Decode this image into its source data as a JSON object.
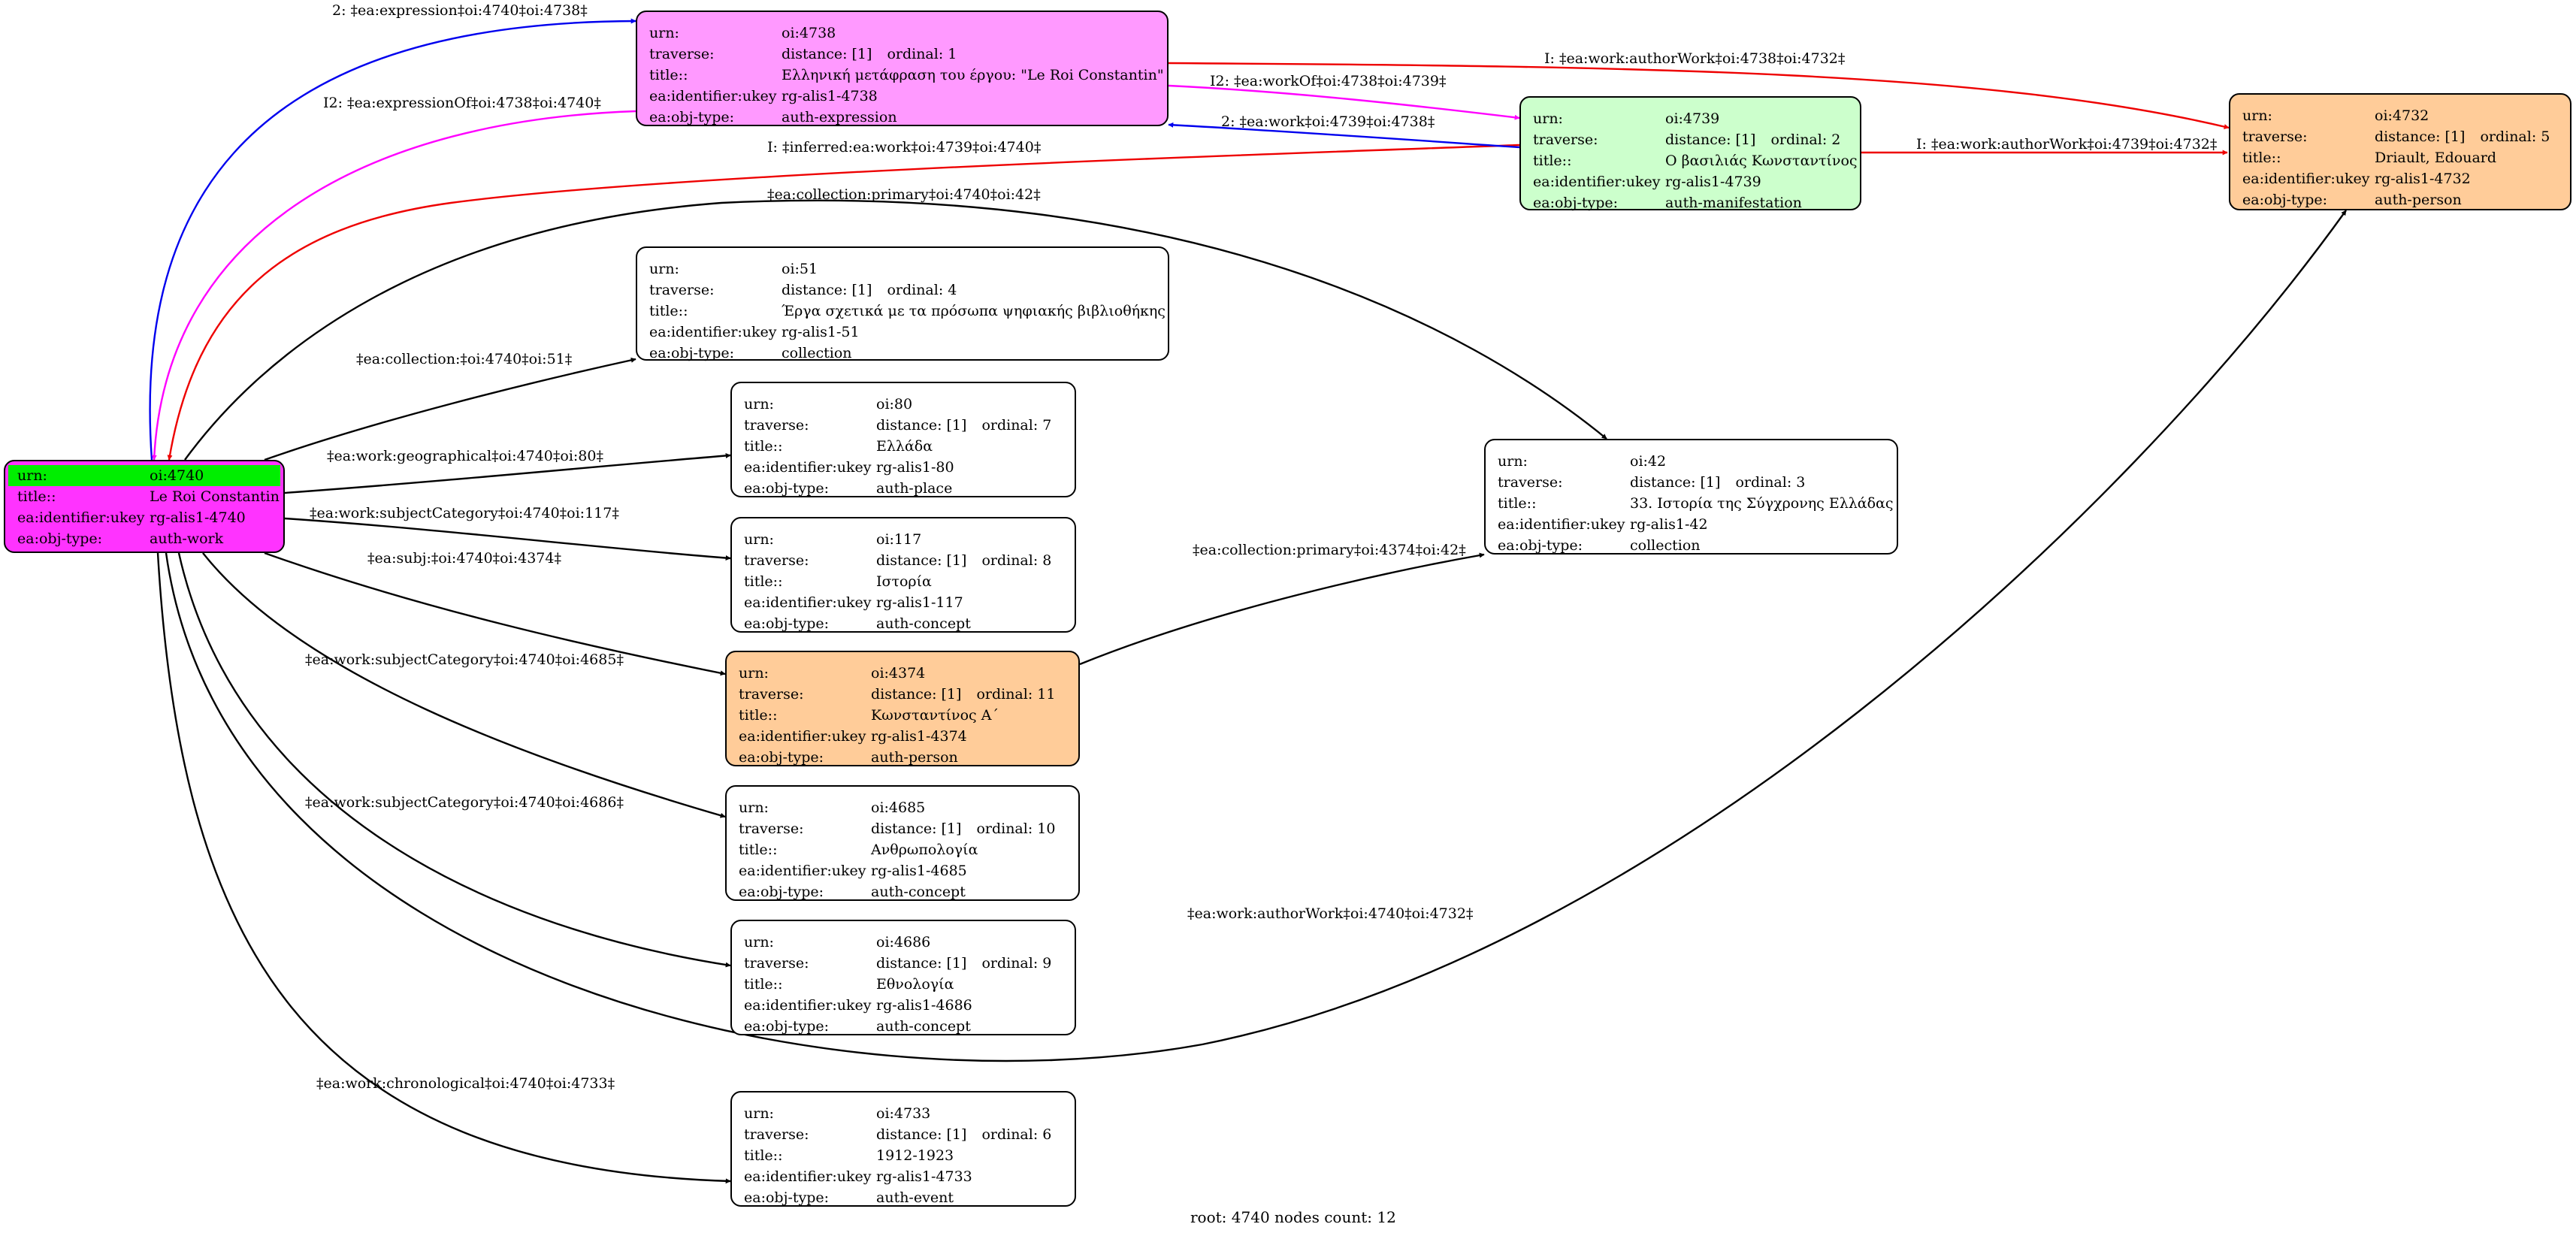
{
  "footer": "root: 4740 nodes count: 12",
  "colors": {
    "work": "#ff33ff",
    "work_root_header": "#00ee00",
    "expression": "#ff99ff",
    "manifestation": "#ccffcc",
    "person": "#ffcc99",
    "plain": "#ffffff",
    "edge_default": "#000000",
    "edge_red": "#ee0000",
    "edge_blue": "#0000ee",
    "edge_magenta": "#ff00ff"
  },
  "field_labels": {
    "urn": "urn:",
    "traverse": "traverse:",
    "title": "title::",
    "ukey": "ea:identifier:ukey",
    "objtype": "ea:obj-type:"
  },
  "nodes": {
    "n4740": {
      "urn": "oi:4740",
      "title": "Le Roi Constantin",
      "ukey": "rg-alis1-4740",
      "objtype": "auth-work"
    },
    "n4738": {
      "urn": "oi:4738",
      "distance": "distance: [1]",
      "ordinal": "ordinal: 1",
      "title": "Ελληνική μετάφραση του έργου: \"Le Roi Constantin\"",
      "ukey": "rg-alis1-4738",
      "objtype": "auth-expression"
    },
    "n4739": {
      "urn": "oi:4739",
      "distance": "distance: [1]",
      "ordinal": "ordinal: 2",
      "title": "Ο βασιλιάς Κωνσταντίνος",
      "ukey": "rg-alis1-4739",
      "objtype": "auth-manifestation"
    },
    "n4732": {
      "urn": "oi:4732",
      "distance": "distance: [1]",
      "ordinal": "ordinal: 5",
      "title": "Driault, Edouard",
      "ukey": "rg-alis1-4732",
      "objtype": "auth-person"
    },
    "n51": {
      "urn": "oi:51",
      "distance": "distance: [1]",
      "ordinal": "ordinal: 4",
      "title": "Έργα σχετικά με τα πρόσωπα ψηφιακής βιβλιοθήκης",
      "ukey": "rg-alis1-51",
      "objtype": "collection"
    },
    "n80": {
      "urn": "oi:80",
      "distance": "distance: [1]",
      "ordinal": "ordinal: 7",
      "title": "Ελλάδα",
      "ukey": "rg-alis1-80",
      "objtype": "auth-place"
    },
    "n117": {
      "urn": "oi:117",
      "distance": "distance: [1]",
      "ordinal": "ordinal: 8",
      "title": "Ιστορία",
      "ukey": "rg-alis1-117",
      "objtype": "auth-concept"
    },
    "n4374": {
      "urn": "oi:4374",
      "distance": "distance: [1]",
      "ordinal": "ordinal: 11",
      "title": "Κωνσταντίνος Α΄",
      "ukey": "rg-alis1-4374",
      "objtype": "auth-person"
    },
    "n4685": {
      "urn": "oi:4685",
      "distance": "distance: [1]",
      "ordinal": "ordinal: 10",
      "title": "Ανθρωπολογία",
      "ukey": "rg-alis1-4685",
      "objtype": "auth-concept"
    },
    "n4686": {
      "urn": "oi:4686",
      "distance": "distance: [1]",
      "ordinal": "ordinal: 9",
      "title": "Εθνολογία",
      "ukey": "rg-alis1-4686",
      "objtype": "auth-concept"
    },
    "n4733": {
      "urn": "oi:4733",
      "distance": "distance: [1]",
      "ordinal": "ordinal: 6",
      "title": "1912-1923",
      "ukey": "rg-alis1-4733",
      "objtype": "auth-event"
    },
    "n42": {
      "urn": "oi:42",
      "distance": "distance: [1]",
      "ordinal": "ordinal: 3",
      "title": "33. Ιστορία της Σύγχρονης Ελλάδας",
      "ukey": "rg-alis1-42",
      "objtype": "collection"
    }
  },
  "edges": {
    "expression": "2: ‡ea:expression‡oi:4740‡oi:4738‡",
    "expressionOf": "I2: ‡ea:expressionOf‡oi:4738‡oi:4740‡",
    "inferredWork": "I: ‡inferred:ea:work‡oi:4739‡oi:4740‡",
    "workOf": "I2: ‡ea:workOf‡oi:4738‡oi:4739‡",
    "work": "2: ‡ea:work‡oi:4739‡oi:4738‡",
    "authorWork4738": "I: ‡ea:work:authorWork‡oi:4738‡oi:4732‡",
    "authorWork4739": "I: ‡ea:work:authorWork‡oi:4739‡oi:4732‡",
    "collectionPrimary4740": "‡ea:collection:primary‡oi:4740‡oi:42‡",
    "collection51": "‡ea:collection:‡oi:4740‡oi:51‡",
    "geographical": "‡ea:work:geographical‡oi:4740‡oi:80‡",
    "subjectCategory117": "‡ea:work:subjectCategory‡oi:4740‡oi:117‡",
    "subj4374": "‡ea:subj:‡oi:4740‡oi:4374‡",
    "subjectCategory4685": "‡ea:work:subjectCategory‡oi:4740‡oi:4685‡",
    "subjectCategory4686": "‡ea:work:subjectCategory‡oi:4740‡oi:4686‡",
    "chronological": "‡ea:work:chronological‡oi:4740‡oi:4733‡",
    "authorWork4740": "‡ea:work:authorWork‡oi:4740‡oi:4732‡",
    "collectionPrimary4374": "‡ea:collection:primary‡oi:4374‡oi:42‡"
  }
}
